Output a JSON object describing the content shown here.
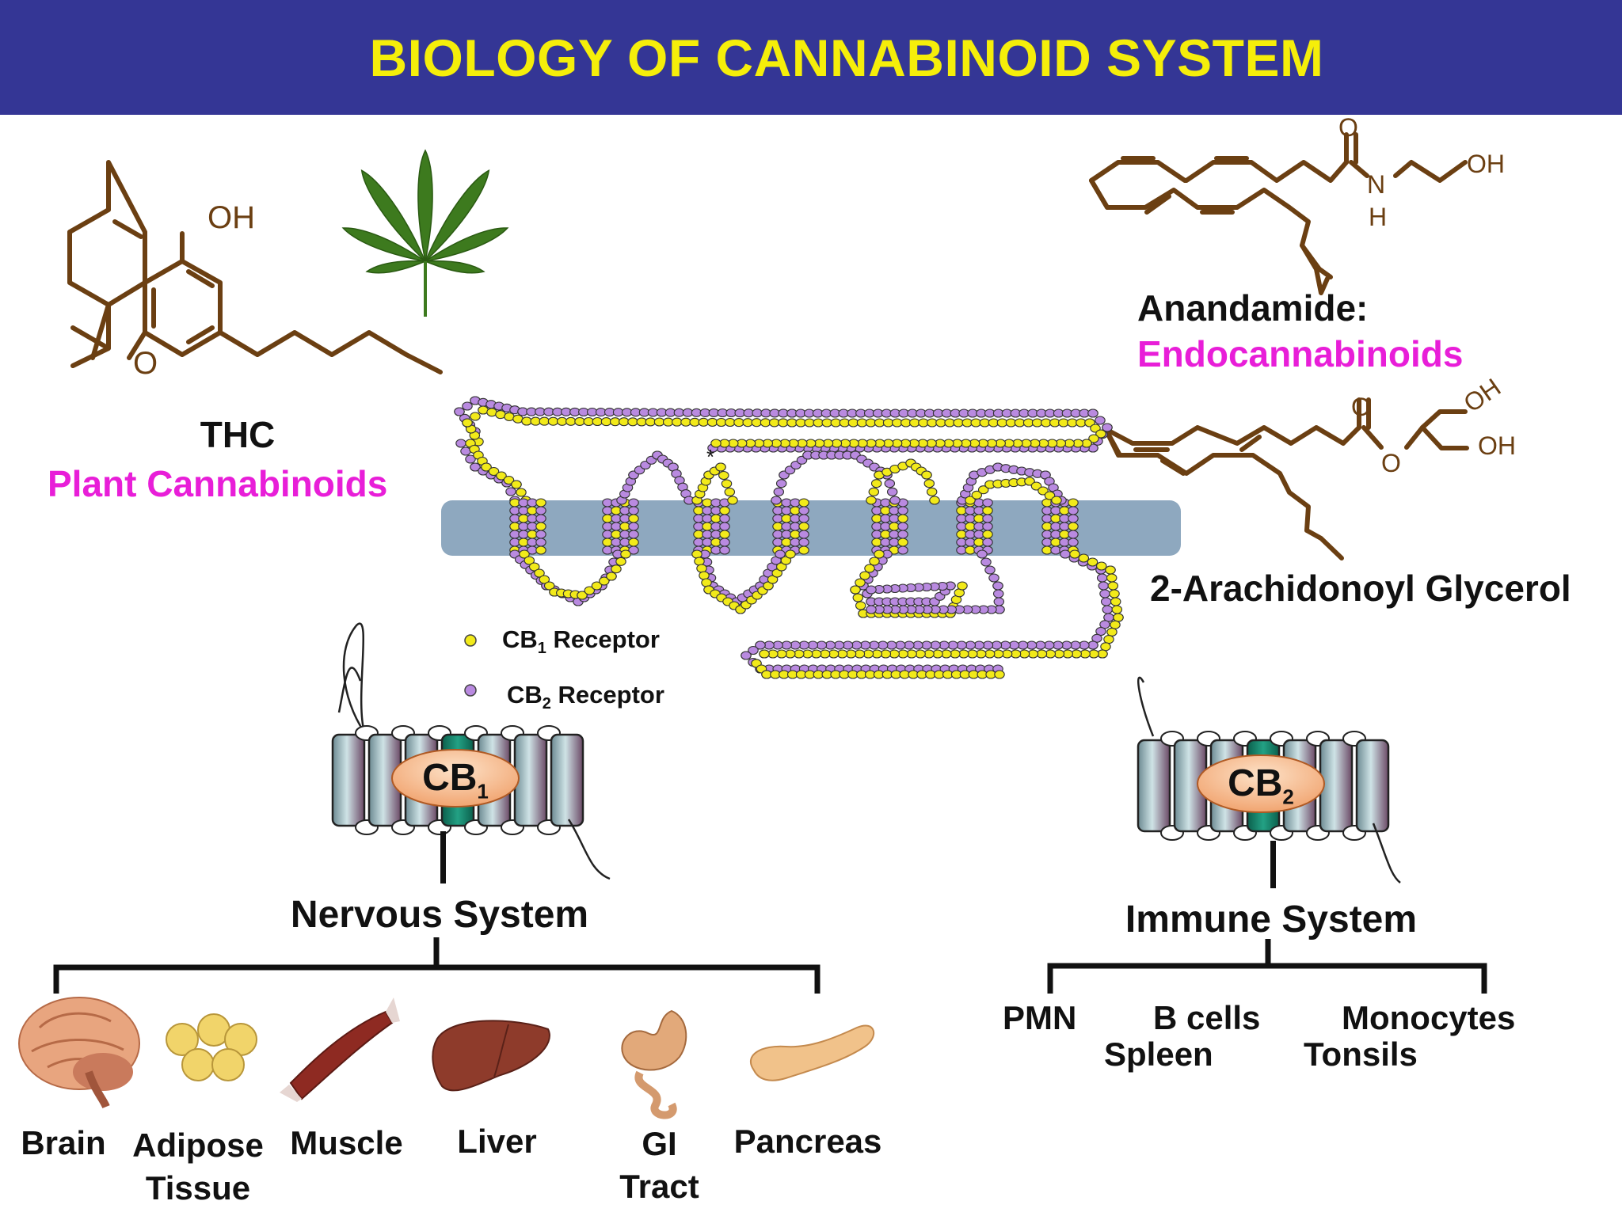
{
  "header": {
    "title": "BIOLOGY OF CANNABINOID SYSTEM",
    "background": "#343695",
    "title_color": "#f5ee0a"
  },
  "thc": {
    "name": "THC",
    "category": "Plant Cannabinoids",
    "atom_label": "OH",
    "ring_oxygen": "O"
  },
  "anandamide": {
    "name": "Anandamide:",
    "category": "Endocannabinoids",
    "atoms": [
      "O",
      "N",
      "H",
      "OH"
    ]
  },
  "ag2": {
    "name": "2-Arachidonoyl Glycerol",
    "atoms": [
      "O",
      "O",
      "OH",
      "OH"
    ]
  },
  "receptor_model": {
    "marker": "*",
    "legend": [
      {
        "label": "CB",
        "sub": "1",
        "suffix": " Receptor",
        "color": "#f2ea1a"
      },
      {
        "label": "CB",
        "sub": "2",
        "suffix": " Receptor",
        "color": "#b98ae0"
      }
    ]
  },
  "cb1": {
    "label": "CB",
    "sub": "1",
    "system": "Nervous System"
  },
  "cb2": {
    "label": "CB",
    "sub": "2",
    "system": "Immune System"
  },
  "nervous_targets": [
    {
      "lines": [
        "Brain"
      ],
      "icon": "brain-icon"
    },
    {
      "lines": [
        "Adipose",
        "Tissue"
      ],
      "icon": "adipose-tissue-icon"
    },
    {
      "lines": [
        "Muscle"
      ],
      "icon": "muscle-icon"
    },
    {
      "lines": [
        "Liver"
      ],
      "icon": "liver-icon"
    },
    {
      "lines": [
        "GI",
        "Tract"
      ],
      "icon": "gi-tract-icon"
    },
    {
      "lines": [
        "Pancreas"
      ],
      "icon": "pancreas-icon"
    }
  ],
  "immune_targets": {
    "row1": [
      "PMN",
      "B cells",
      "Monocytes"
    ],
    "row2": [
      "Spleen",
      "Tonsils"
    ]
  },
  "colors": {
    "bond": "#6b3f12",
    "membrane": "#8ea8bf",
    "highlight": "#e81ed8",
    "leaf": "#3d7a1e"
  }
}
